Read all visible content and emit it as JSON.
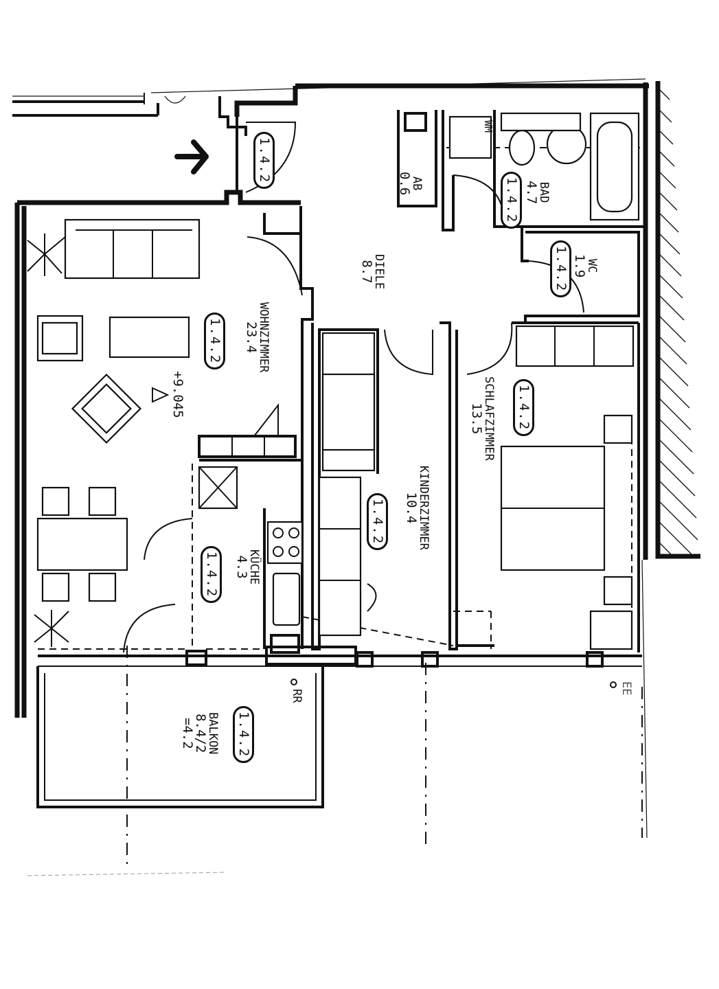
{
  "document": {
    "type": "floor-plan",
    "orientation": "rotated-90-clockwise",
    "entrance_arrow": "arrow-right-icon"
  },
  "rooms": [
    {
      "id": "wohnzimmer",
      "name": "WOHNZIMMER",
      "area": "23.4",
      "tag": "1.4.2",
      "level_mark": "+9.045"
    },
    {
      "id": "diele",
      "name": "DIELE",
      "area": "8.7",
      "tag": ""
    },
    {
      "id": "abstellraum",
      "name": "AB",
      "area": "0.6",
      "tag": ""
    },
    {
      "id": "bad",
      "name": "BAD",
      "area": "4.7",
      "tag": "1.4.2",
      "fixture_label": "WM"
    },
    {
      "id": "wc",
      "name": "WC",
      "area": "1.9",
      "tag": "1.4.2"
    },
    {
      "id": "kinderzimmer",
      "name": "KINDERZIMMER",
      "area": "10.4",
      "tag": "1.4.2"
    },
    {
      "id": "schlafzimmer",
      "name": "SCHLAFZIMMER",
      "area": "13.5",
      "tag": "1.4.2"
    },
    {
      "id": "kueche",
      "name": "KÜCHE",
      "area": "4.3",
      "tag": "1.4.2"
    },
    {
      "id": "balkon",
      "name": "BALKON",
      "area": "8.4/2",
      "area_effective": "=4.2",
      "tag": "1.4.2"
    }
  ],
  "entrance": {
    "tag": "1.4.2"
  },
  "annotations": {
    "rr": "RR",
    "ee": "EE"
  }
}
